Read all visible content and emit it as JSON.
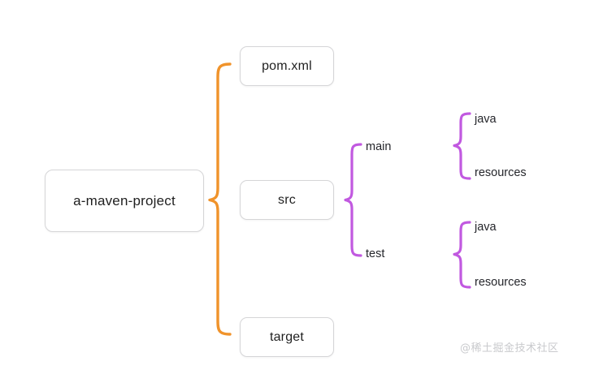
{
  "diagram": {
    "type": "bracket-tree",
    "title": "a-maven-project directory structure",
    "colors": {
      "level1_brace": "#f0932b",
      "level2_brace": "#c159e0",
      "box_border": "#d5d5d7",
      "box_fill": "#ffffff",
      "text": "#1f1f1f",
      "watermark": "#c9cacd",
      "background": "#ffffff"
    },
    "root": {
      "label": "a-maven-project"
    },
    "children": [
      {
        "label": "pom.xml"
      },
      {
        "label": "src"
      },
      {
        "label": "target"
      }
    ],
    "src_children": [
      {
        "label": "main"
      },
      {
        "label": "test"
      }
    ],
    "main_children": [
      {
        "label": "java"
      },
      {
        "label": "resources"
      }
    ],
    "test_children": [
      {
        "label": "java"
      },
      {
        "label": "resources"
      }
    ]
  },
  "watermark": {
    "text": "@稀土掘金技术社区"
  }
}
